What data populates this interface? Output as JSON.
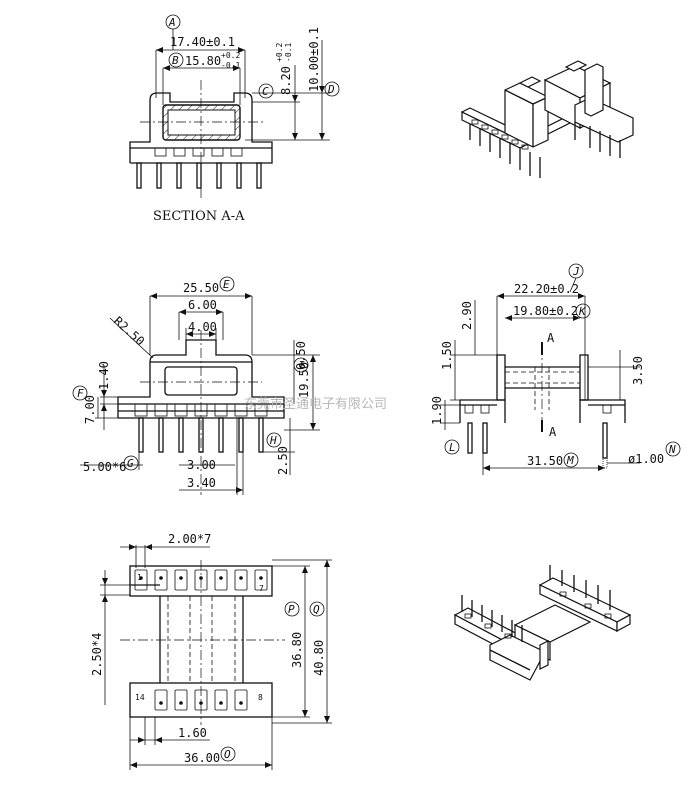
{
  "section_title": "SECTION A-A",
  "watermark": "东莞市圣通电子有限公司",
  "section_view": {
    "dims": [
      "17.40±0.1",
      "15.80",
      "+0.2",
      "-0.1",
      "8.20",
      "+0.2",
      "-0.1",
      "10.00±0.1"
    ],
    "labels": [
      "A",
      "B",
      "C",
      "D"
    ]
  },
  "front_view": {
    "dims": [
      "25.50",
      "6.00",
      "4.00",
      "R2.50",
      "1.40",
      "7.00",
      "0.50",
      "19.50",
      "2.50",
      "5.00*6",
      "3.00",
      "3.40"
    ],
    "labels": [
      "E",
      "F",
      "G",
      "H",
      "I"
    ]
  },
  "side_view": {
    "dims": [
      "22.20±0.2",
      "19.80±0.2",
      "2.90",
      "1.50",
      "3.50",
      "1.90",
      "31.50",
      "ø1.00"
    ],
    "section_marks": [
      "A",
      "A"
    ],
    "labels": [
      "J",
      "K",
      "L",
      "M",
      "N"
    ]
  },
  "bottom_view": {
    "dims": [
      "2.00*7",
      "2.50*4",
      "36.80",
      "40.80",
      "1.60",
      "36.00"
    ],
    "pin_numbers": [
      "1",
      "7",
      "14",
      "8"
    ],
    "labels": [
      "O",
      "P",
      "Q"
    ]
  }
}
